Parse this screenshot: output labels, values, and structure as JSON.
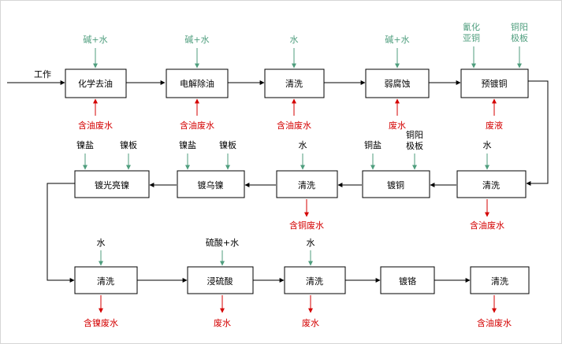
{
  "start_label": "工作",
  "row1": {
    "steps": [
      "化学去油",
      "电解除油",
      "清洗",
      "弱腐蚀",
      "预镀铜"
    ],
    "inputs": [
      "碱+水",
      "碱+水",
      "水",
      "碱+水"
    ],
    "input_extra": [
      "氰化",
      "亚铜",
      "铜阳",
      "极板"
    ],
    "outputs": [
      "含油废水",
      "含油废水",
      "含油废水",
      "废水",
      "废液"
    ]
  },
  "row2": {
    "steps": [
      "镀光亮镍",
      "镀乌镍",
      "清洗",
      "镀铜",
      "清洗"
    ],
    "inputs": [
      "镍盐",
      "镍板",
      "镍盐",
      "镍板",
      "水",
      "铜盐",
      "铜阳",
      "极板",
      "水"
    ],
    "outputs": [
      "含铜废水",
      "含油废水"
    ]
  },
  "row3": {
    "steps": [
      "清洗",
      "浸硫酸",
      "清洗",
      "镀铬",
      "清洗"
    ],
    "inputs": [
      "水",
      "硫酸+水",
      "水"
    ],
    "outputs": [
      "含镍废水",
      "废水",
      "废水",
      "含油废水"
    ]
  },
  "colors": {
    "input": "#4f9e7e",
    "output": "#d40000",
    "line": "#000000"
  }
}
